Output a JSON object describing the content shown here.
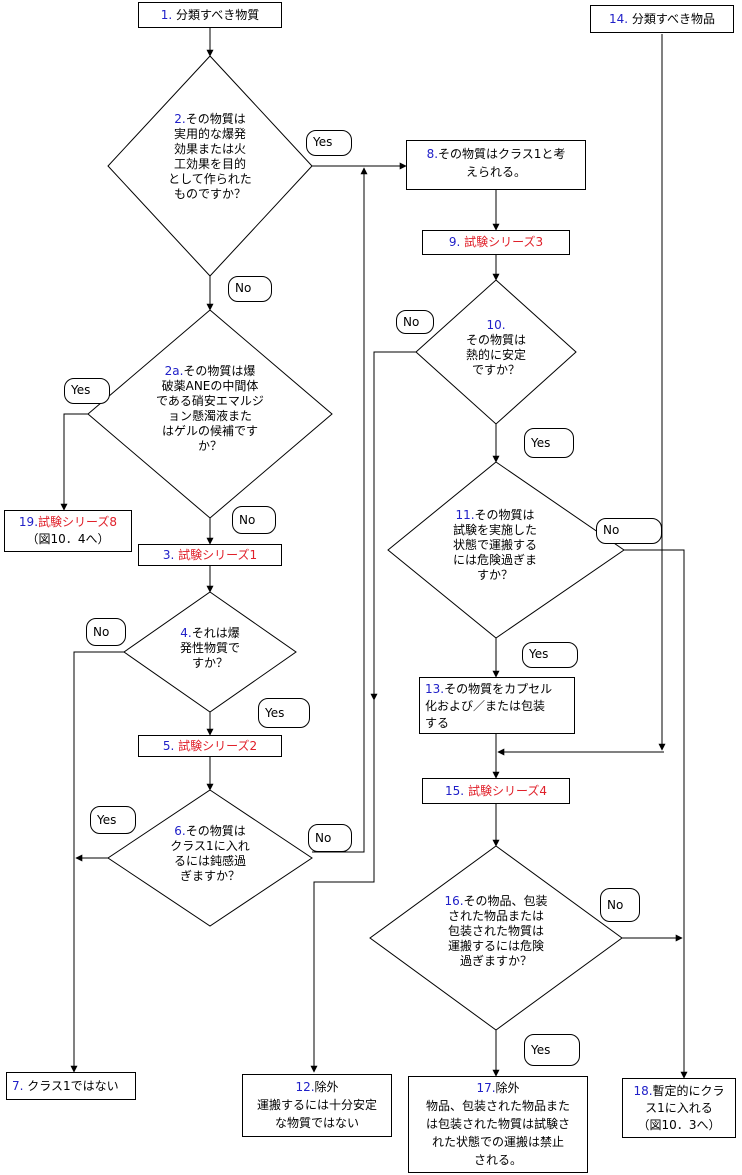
{
  "nodes": {
    "n1": {
      "num": "1.",
      "text": "分類すべき物質"
    },
    "n14": {
      "num": "14.",
      "text": "分類すべき物品"
    },
    "n2": {
      "num": "2.",
      "lines": [
        "その物質は",
        "実用的な爆発",
        "効果または火",
        "工効果を目的",
        "として作られた",
        "ものですか？"
      ]
    },
    "n8": {
      "num": "8.",
      "lines": [
        "その物質はクラス1と考",
        "えられる。"
      ]
    },
    "n9": {
      "num": "9.",
      "text": "試験シリーズ3"
    },
    "n10": {
      "num": "10.",
      "lines": [
        "その物質は",
        "熱的に安定",
        "ですか？"
      ]
    },
    "n2a": {
      "num": "2a.",
      "lines": [
        "その物質は爆",
        "破薬ANEの中間体",
        "である硝安エマルジ",
        "ョン懸濁液また",
        "はゲルの候補です",
        "か？"
      ]
    },
    "n19": {
      "num": "19.",
      "text": "試験シリーズ8",
      "line2": "（図10．4へ）"
    },
    "n3": {
      "num": "3.",
      "text": "試験シリーズ1"
    },
    "n11": {
      "num": "11.",
      "lines": [
        "その物質は",
        "試験を実施した",
        "状態で運搬する",
        "には危険過ぎま",
        "すか？"
      ]
    },
    "n4": {
      "num": "4.",
      "lines": [
        "それは爆",
        "発性物質で",
        "すか？"
      ]
    },
    "n13": {
      "num": "13.",
      "lines": [
        "その物質をカプセル",
        "化および／または包装",
        "する"
      ]
    },
    "n5": {
      "num": "5.",
      "text": "試験シリーズ2"
    },
    "n15": {
      "num": "15.",
      "text": "試験シリーズ4"
    },
    "n6": {
      "num": "6.",
      "lines": [
        "その物質は",
        "クラス1に入れ",
        "るには鈍感過",
        "ぎますか？"
      ]
    },
    "n16": {
      "num": "16.",
      "lines": [
        "その物品、包装",
        "された物品または",
        "包装された物質は",
        "運搬するには危険",
        "過ぎますか？"
      ]
    },
    "n7": {
      "num": "7.",
      "text": "クラス1ではない"
    },
    "n12": {
      "num": "12.",
      "text": "除外",
      "lines": [
        "運搬するには十分安定",
        "な物質ではない"
      ]
    },
    "n17": {
      "num": "17.",
      "text": "除外",
      "lines": [
        "物品、包装された物品また",
        "は包装された物質は試験さ",
        "れた状態での運搬は禁止",
        "される。"
      ]
    },
    "n18": {
      "num": "18.",
      "text": "暫定的にクラ",
      "lines": [
        "ス1に入れる",
        "（図10．3へ）"
      ]
    }
  },
  "labels": {
    "yes2": "Yes",
    "no2": "No",
    "no10": "No",
    "yes10": "Yes",
    "yes2a": "Yes",
    "no2a": "No",
    "no11": "No",
    "no4": "No",
    "yes11": "Yes",
    "yes4": "Yes",
    "yes6": "Yes",
    "no6": "No",
    "no16": "No",
    "yes16": "Yes"
  }
}
